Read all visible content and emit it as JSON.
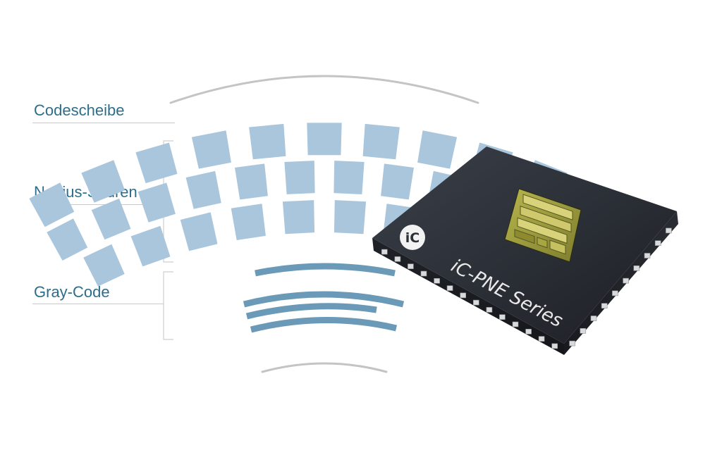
{
  "labels": {
    "codescheibe": "Codescheibe",
    "nonius": "Nonius-Spuren",
    "gray": "Gray-Code"
  },
  "chip": {
    "series_label": "iC-PNE Series",
    "logo_text": "iC"
  },
  "colors": {
    "label": "#2c6e8c",
    "vernier_segment": "#a9c6dd",
    "gray_code_arc": "#6b9ab8",
    "disc_arc": "#c4c4c4",
    "chip_body": "#2b2f36",
    "die": "#9a9a3a"
  }
}
